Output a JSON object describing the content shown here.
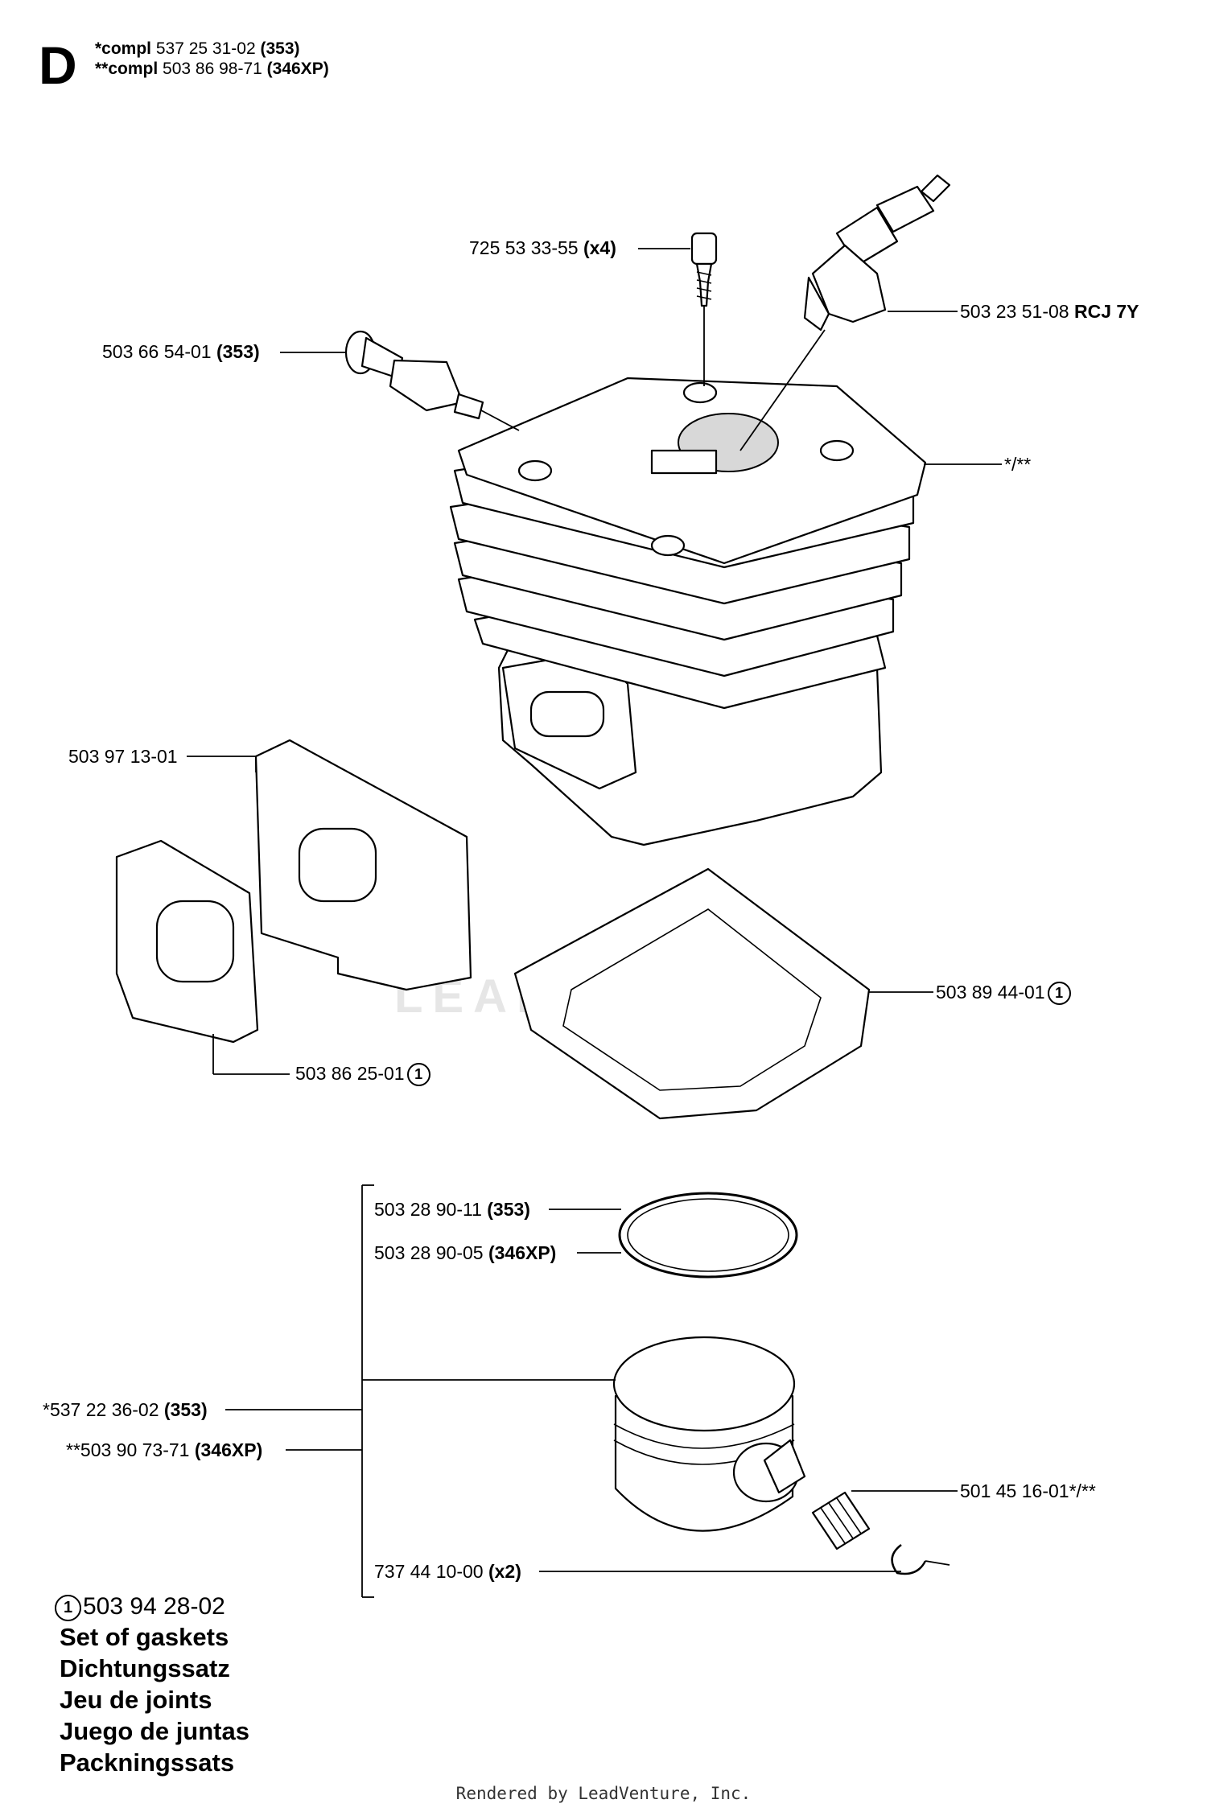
{
  "section_letter": "D",
  "header": {
    "line1": {
      "prefix": "*compl",
      "number": "537 25 31-02",
      "model": "(353)"
    },
    "line2": {
      "prefix": "**compl",
      "number": "503 86 98-71",
      "model": "(346XP)"
    }
  },
  "callouts": {
    "screw": {
      "number": "725 53 33-55",
      "qty": "(x4)"
    },
    "spark_plug": {
      "number": "503 23 51-08",
      "type": "RCJ 7Y"
    },
    "decomp_valve": {
      "number": "503 66 54-01",
      "model": "(353)"
    },
    "cylinder": {
      "number": "*/**"
    },
    "plate": {
      "number": "503 97 13-01"
    },
    "exhaust_gasket": {
      "number": "503 86 25-01",
      "circle": "1"
    },
    "cylinder_gasket": {
      "number": "503 89 44-01",
      "circle": "1"
    },
    "ring_353": {
      "number": "503 28 90-11",
      "model": "(353)"
    },
    "ring_346": {
      "number": "503 28 90-05",
      "model": "(346XP)"
    },
    "piston_353": {
      "number": "*537 22 36-02",
      "model": "(353)"
    },
    "piston_346": {
      "number": "**503 90 73-71",
      "model": "(346XP)"
    },
    "needle_bearing": {
      "number": "501 45 16-01*/**"
    },
    "circlip": {
      "number": "737 44 10-00",
      "qty": "(x2)"
    }
  },
  "legend": {
    "circle": "1",
    "number": "503 94 28-02",
    "lines": [
      "Set of gaskets",
      "Dichtungssatz",
      "Jeu de joints",
      "Juego de juntas",
      "Packningssats"
    ]
  },
  "watermark": "LEADVENTURE",
  "footer": "Rendered by LeadVenture, Inc."
}
